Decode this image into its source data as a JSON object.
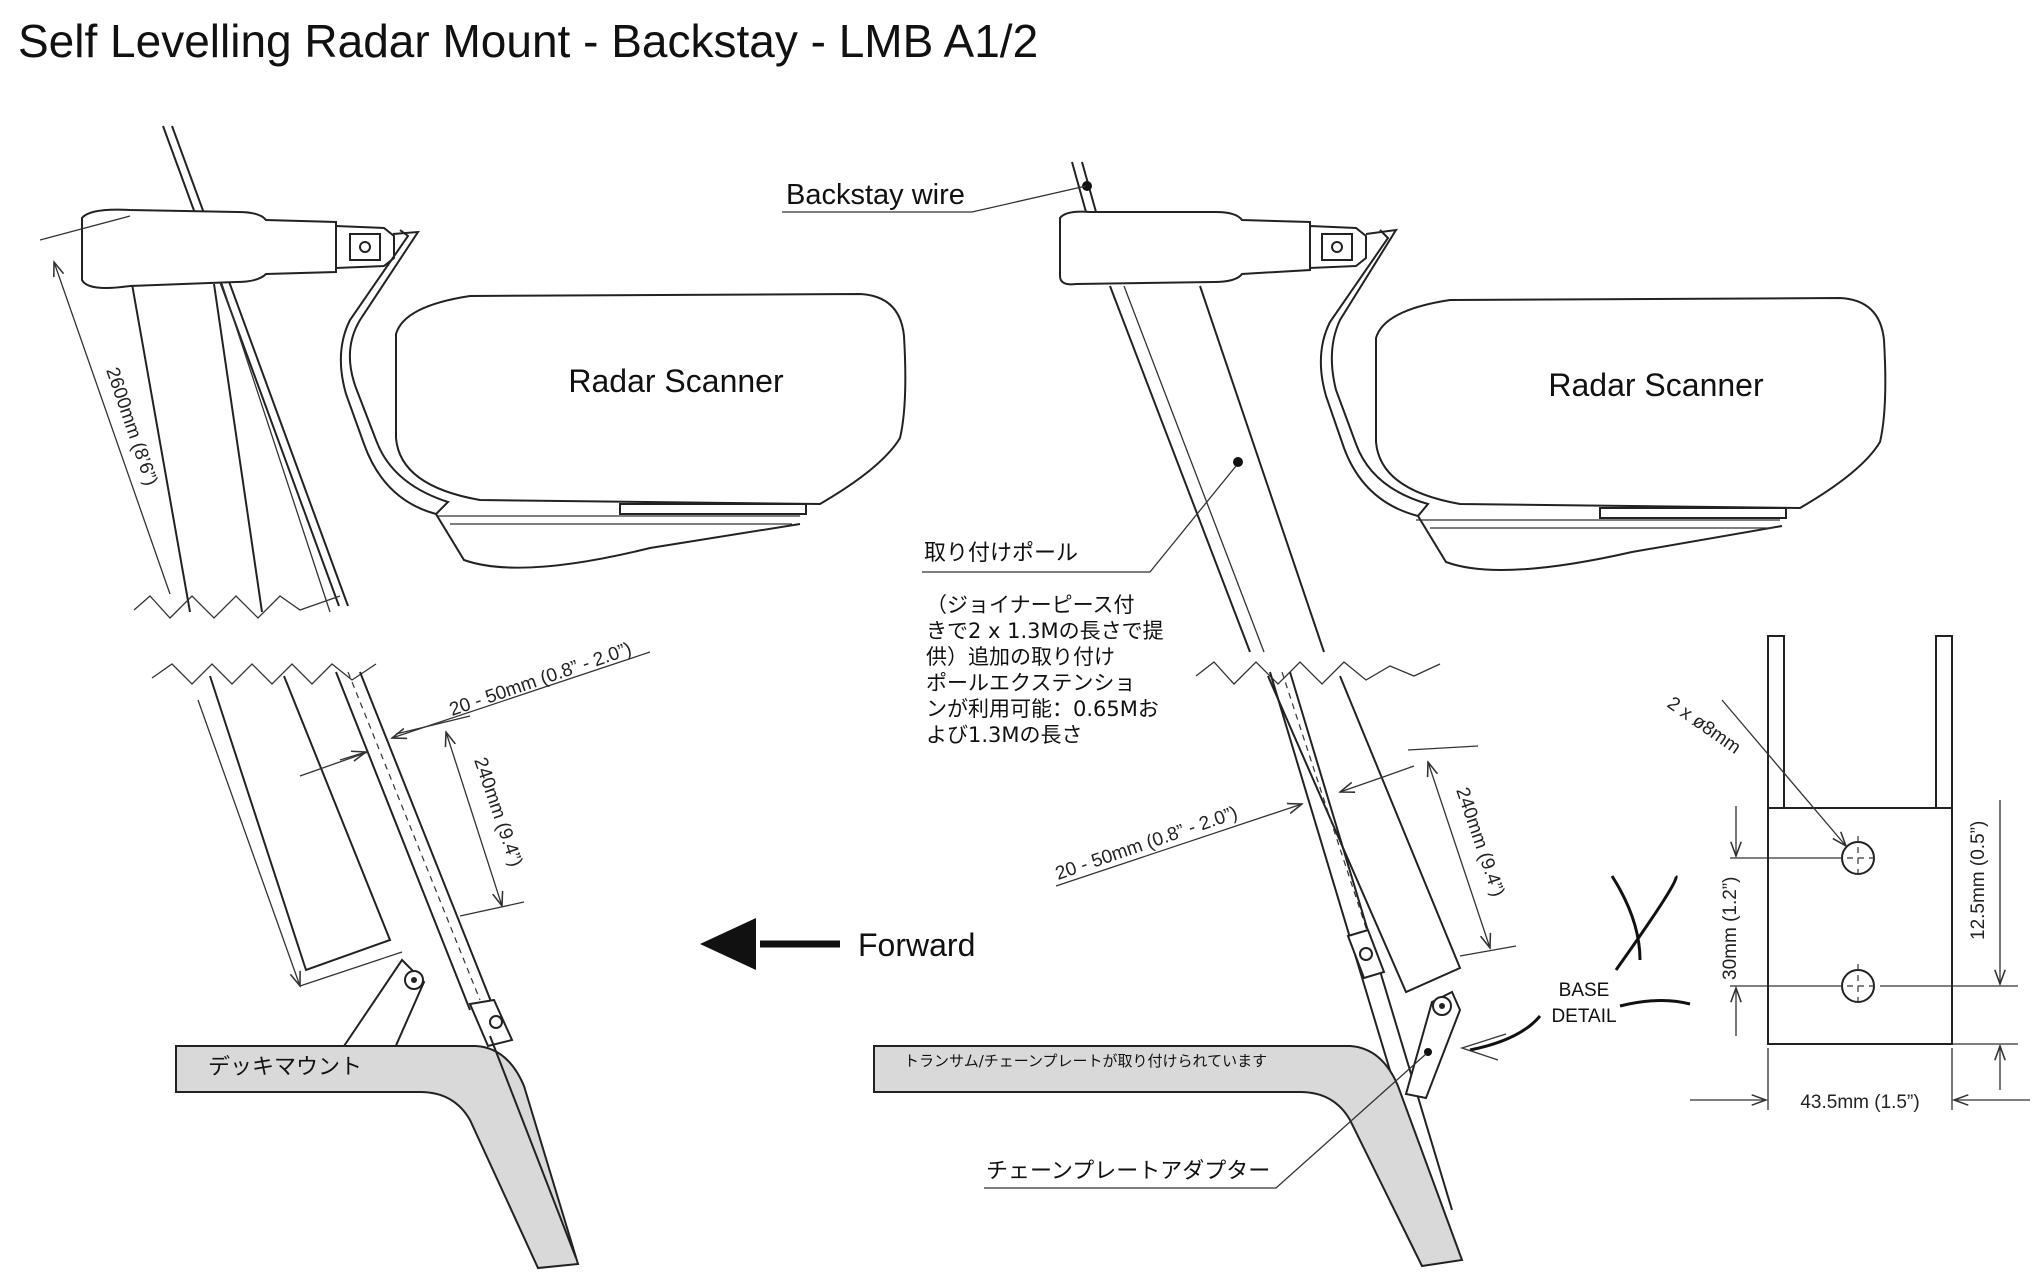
{
  "title": "Self Levelling Radar Mount - Backstay - LMB A1/2",
  "labels": {
    "radar_left": "Radar Scanner",
    "radar_right": "Radar Scanner",
    "backstay_wire": "Backstay wire",
    "forward": "Forward",
    "deck_mount": "デッキマウント",
    "mounting_pole": "取り付けポール",
    "pole_note_1": "（ジョイナーピース付",
    "pole_note_2": "きで2 x 1.3Mの長さで提",
    "pole_note_3": "供）追加の取り付け",
    "pole_note_4": "ポールエクステンショ",
    "pole_note_5": "ンが利用可能：0.65Mお",
    "pole_note_6": "よび1.3Mの長さ",
    "transom_note": "トランサム/チェーンプレートが取り付けられています",
    "chainplate_adapter": "チェーンプレートアダプター",
    "base_detail_1": "BASE",
    "base_detail_2": "DETAIL"
  },
  "dimensions": {
    "height_left": "2600mm (8’6”)",
    "gap_left": "20 - 50mm (0.8” - 2.0”)",
    "length_left": "240mm (9.4”)",
    "gap_right": "20 - 50mm (0.8” - 2.0”)",
    "length_right": "240mm (9.4”)",
    "holes": "2 x ø8mm",
    "hole_offset": "12.5mm (0.5”)",
    "hole_spacing": "30mm (1.2”)",
    "base_width": "43.5mm (1.5”)"
  },
  "colors": {
    "line": "#222222",
    "deck_fill": "#d9d9d9",
    "background": "#ffffff"
  }
}
